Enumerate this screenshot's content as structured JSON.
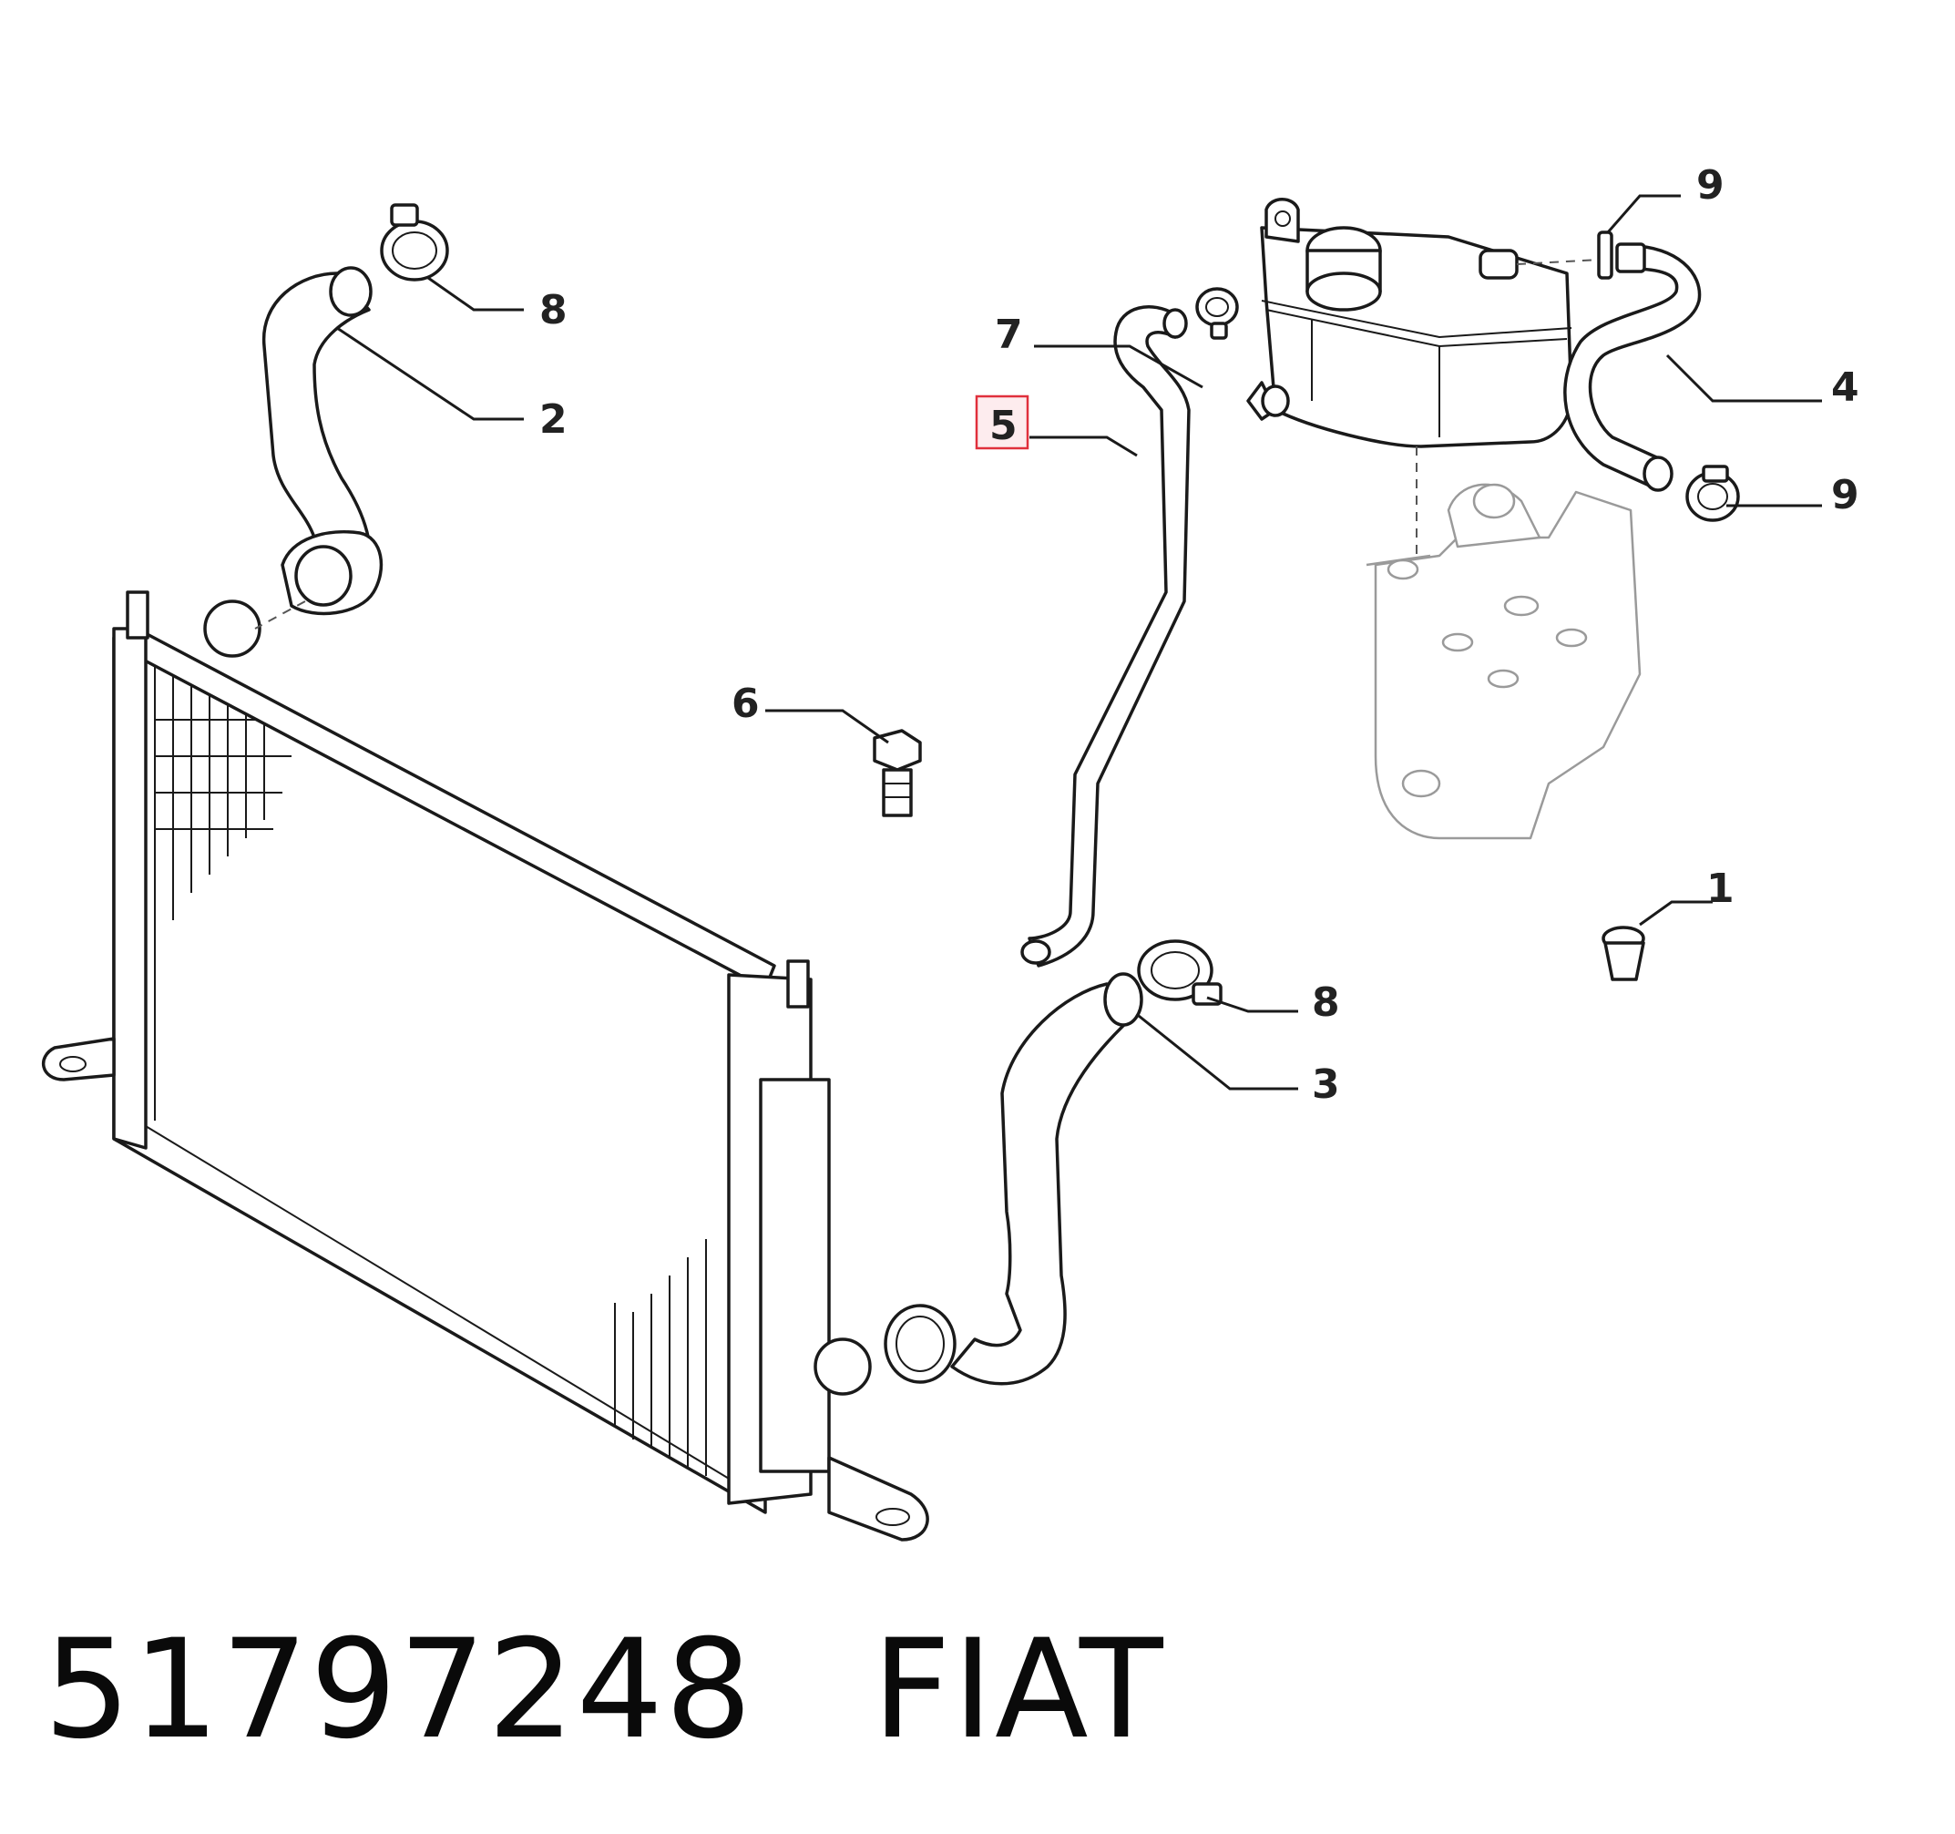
{
  "callouts": [
    {
      "id": "c1",
      "label": "1"
    },
    {
      "id": "c2",
      "label": "2"
    },
    {
      "id": "c3",
      "label": "3"
    },
    {
      "id": "c4",
      "label": "4"
    },
    {
      "id": "c5",
      "label": "5",
      "highlighted": true
    },
    {
      "id": "c6",
      "label": "6"
    },
    {
      "id": "c7",
      "label": "7"
    },
    {
      "id": "c8a",
      "label": "8"
    },
    {
      "id": "c8b",
      "label": "8"
    },
    {
      "id": "c9a",
      "label": "9"
    },
    {
      "id": "c9b",
      "label": "9"
    }
  ],
  "caption": {
    "part_number": "51797248",
    "brand": "FIAT"
  },
  "colors": {
    "highlight_fill": "#fdecee",
    "highlight_stroke": "#e0303c",
    "line": "#1a1a1a"
  }
}
